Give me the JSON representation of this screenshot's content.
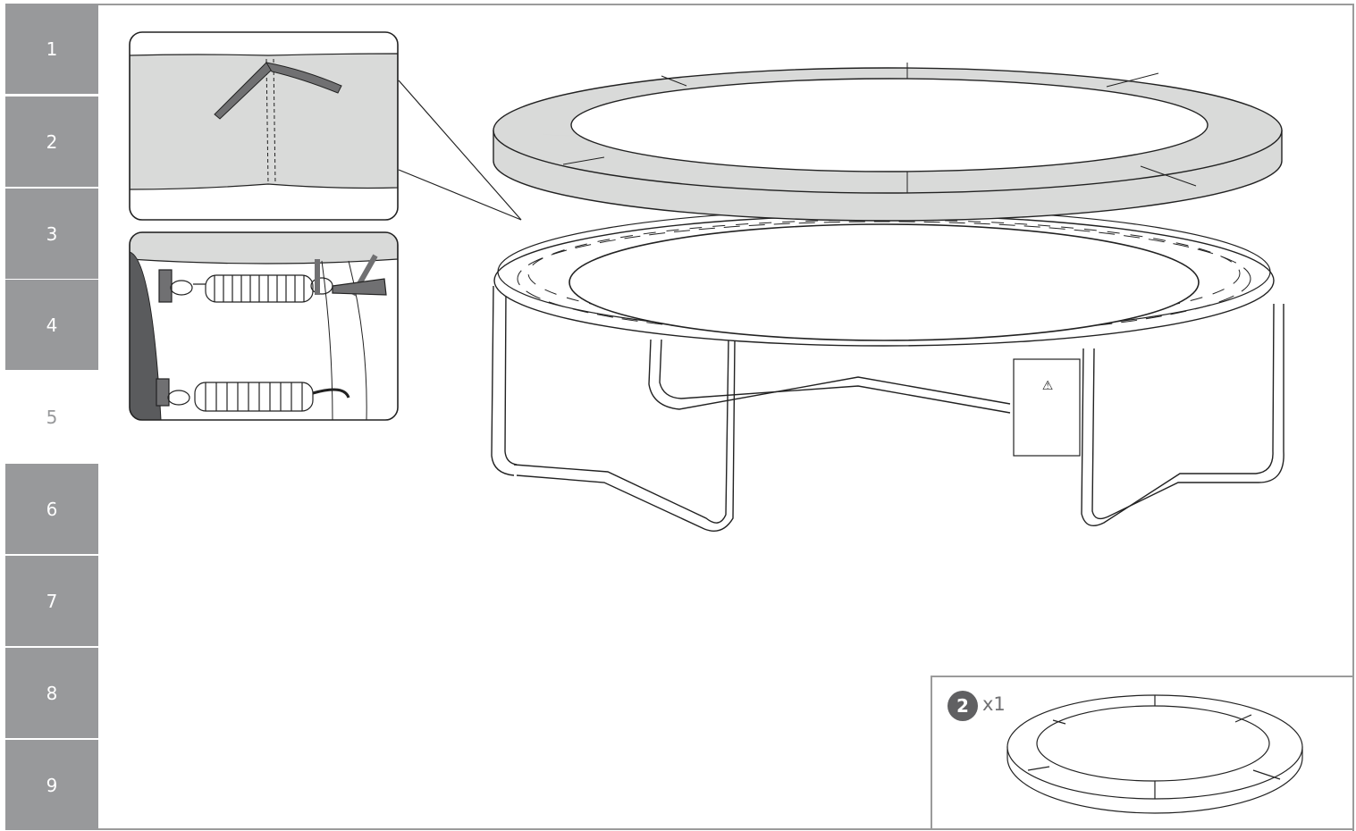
{
  "step_tabs": [
    {
      "label": "1",
      "active": false
    },
    {
      "label": "2",
      "active": false
    },
    {
      "label": "3",
      "active": false
    },
    {
      "label": "4",
      "active": false
    },
    {
      "label": "5",
      "active": true
    },
    {
      "label": "6",
      "active": false
    },
    {
      "label": "7",
      "active": false
    },
    {
      "label": "8",
      "active": false
    },
    {
      "label": "9",
      "active": false
    }
  ],
  "parts_list": {
    "part_number": "2",
    "quantity": "x1"
  },
  "illustration": {
    "warning_symbol": "⚠"
  },
  "colors": {
    "tab_gray": "#98999b",
    "frame_gray": "#9b9b9b",
    "badge": "#606062",
    "pad_fill": "#d9dad9"
  }
}
